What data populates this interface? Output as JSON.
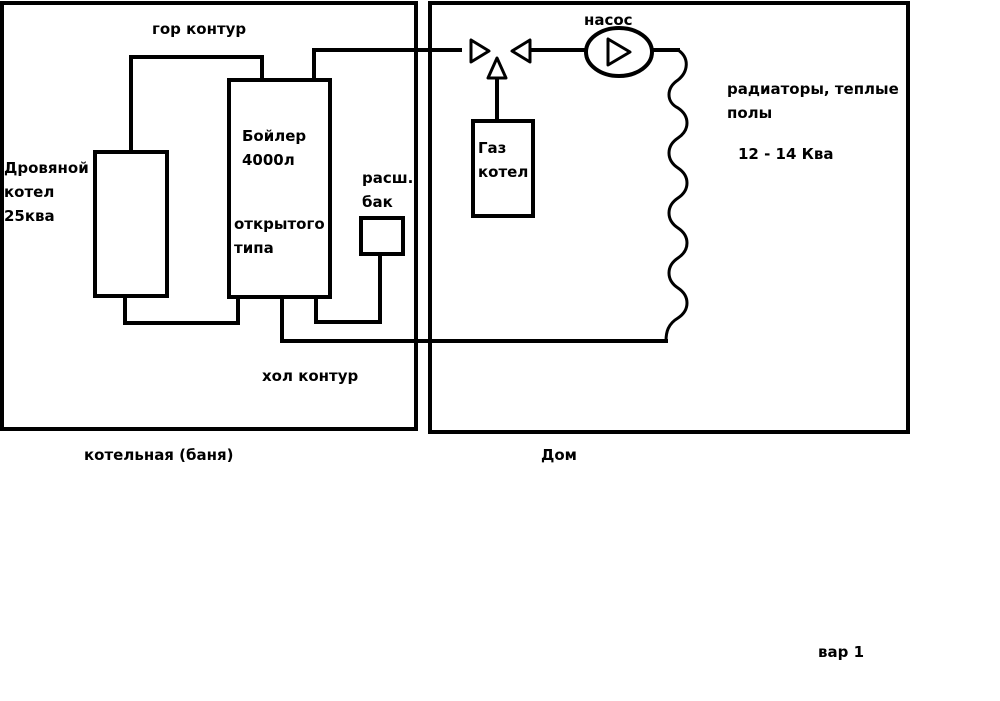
{
  "labels": {
    "hot_loop": "гор контур",
    "wood_boiler": [
      "Дровяной",
      "котел",
      "25ква"
    ],
    "storage_boiler": [
      "Бойлер",
      "4000л"
    ],
    "open_type": [
      "открытого",
      "типа"
    ],
    "expansion_tank": [
      "расш.",
      "бак"
    ],
    "cold_loop": "хол контур",
    "boiler_room": "котельная (баня)",
    "pump": "насос",
    "gas_boiler": [
      "Газ",
      "котел"
    ],
    "radiators": [
      "радиаторы, теплые",
      "полы"
    ],
    "power": "12 - 14 Ква",
    "house": "Дом",
    "variant": "вар 1"
  }
}
